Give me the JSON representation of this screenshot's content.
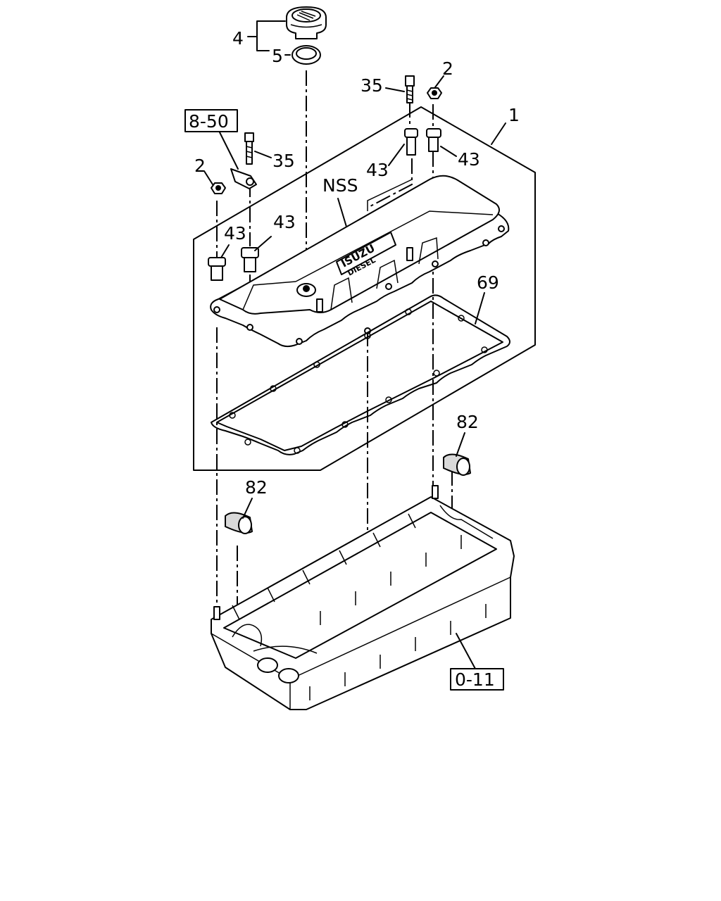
{
  "callouts": {
    "oil_cap": "4",
    "cap_seal": "5",
    "bolt_top": "35",
    "nut_top": "2",
    "cover_assembly": "1",
    "ref_wire": "8-50",
    "bolt_left": "35",
    "nut_left": "2",
    "grommet_center": "43",
    "grommet_right": "43",
    "nss": "NSS",
    "grommet_left_a": "43",
    "grommet_left_b": "43",
    "gasket": "69",
    "plug_right": "82",
    "plug_left": "82",
    "ref_head": "0-11"
  },
  "cover_logo": {
    "line1": "ISUZU",
    "line2": "DIESEL"
  }
}
